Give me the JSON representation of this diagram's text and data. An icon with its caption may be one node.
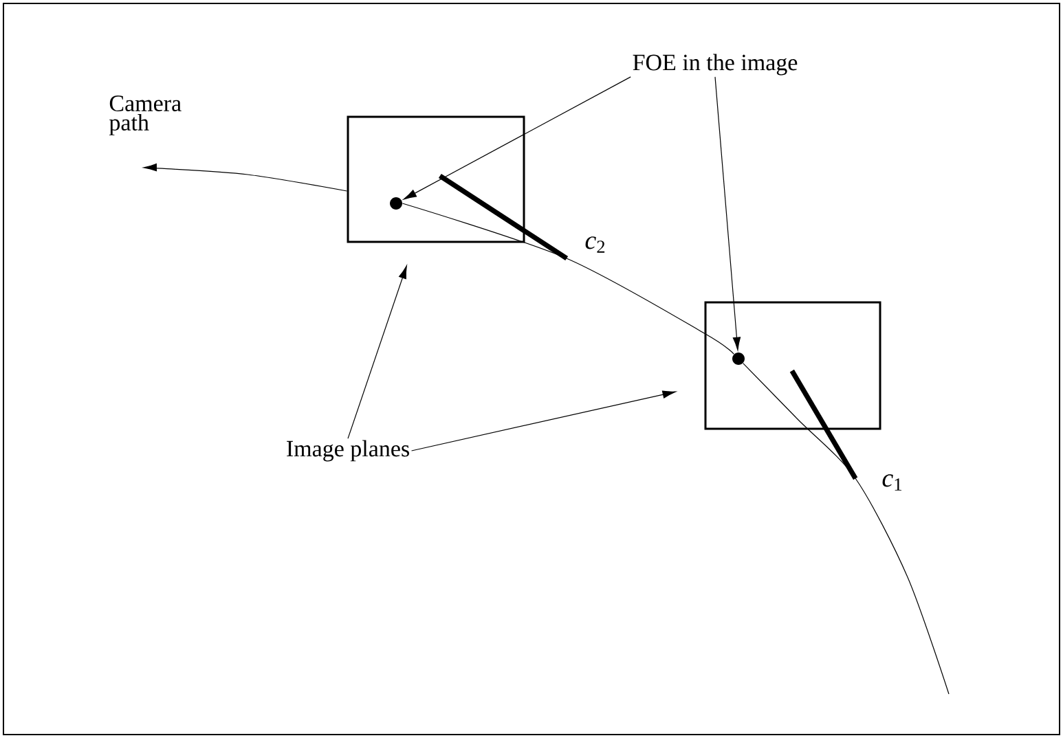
{
  "diagram": {
    "nodes": [
      {
        "text": [
          "FOE in the image"
        ]
      },
      {
        "text": [],
        "shape": "box"
      },
      {
        "text": [],
        "shape": "circle",
        "in": 1
      },
      {
        "text": [],
        "shape": "box"
      },
      {
        "text": [],
        "shape": "circle",
        "in": 3
      },
      {
        "text": [
          "Image planes"
        ]
      },
      {
        "text": [],
        "shape": "bar",
        "beside": [
          "*c*$_{2}$"
        ]
      },
      {
        "text": [],
        "shape": "bar",
        "beside": [
          "*c*$_{1}$"
        ]
      }
    ],
    "edges": [
      {
        "from": 0,
        "to": 2,
        "arrow": "to"
      },
      {
        "from": 0,
        "to": 4,
        "arrow": "to"
      },
      {
        "from": 5,
        "to": 1,
        "arrow": "to"
      },
      {
        "from": 5,
        "to": 3,
        "arrow": "to"
      },
      {
        "from": 4,
        "to": null,
        "arrow": "none"
      },
      {
        "from": 4,
        "to": 2,
        "arrow": "none"
      },
      {
        "from": 1,
        "to": null,
        "arrow": "to"
      }
    ],
    "labels": [
      "Camera path"
    ]
  }
}
